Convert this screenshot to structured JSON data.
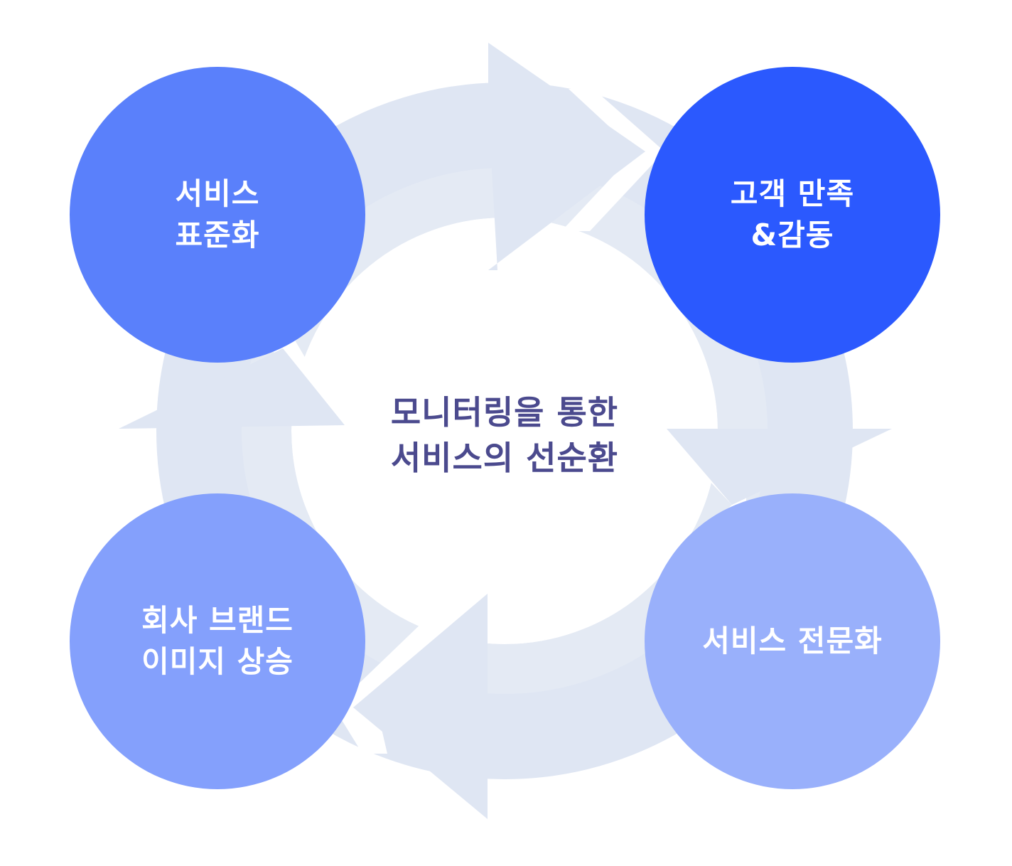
{
  "center": {
    "title_line1": "모니터링을 통한",
    "title_line2": "서비스의 선순환"
  },
  "nodes": [
    {
      "id": "standardization",
      "line1": "서비스",
      "line2": "표준화",
      "color": "#5a80fb"
    },
    {
      "id": "satisfaction",
      "line1": "고객 만족",
      "line2": "&감동",
      "color": "#2b59fe"
    },
    {
      "id": "specialization",
      "line1": "서비스 전문화",
      "line2": "",
      "color": "#99b0fb"
    },
    {
      "id": "brand",
      "line1": "회사 브랜드",
      "line2": "이미지 상승",
      "color": "#84a0fc"
    }
  ],
  "cycle_order": [
    "standardization",
    "satisfaction",
    "specialization",
    "brand"
  ],
  "colors": {
    "background": "#ffffff",
    "ring_outer": "#dfe6f3",
    "ring_inner": "#e4eaf4",
    "center_text": "#4b4a8e",
    "node_text": "#ffffff"
  }
}
